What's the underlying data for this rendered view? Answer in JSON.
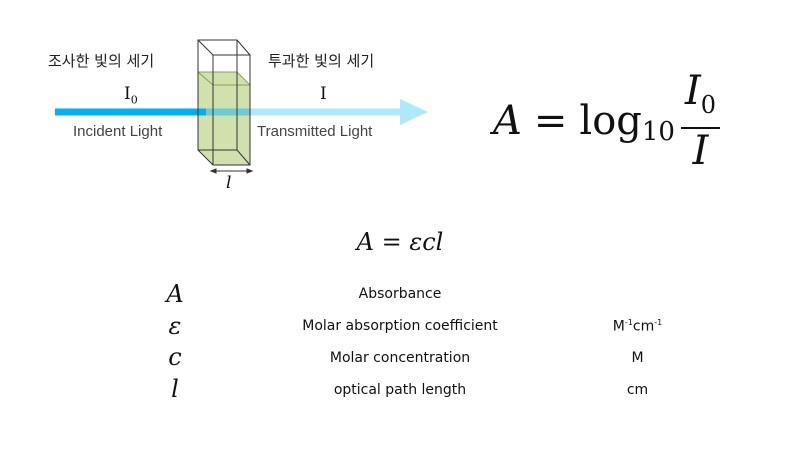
{
  "diagram": {
    "incident_heading": "조사한 빛의 세기",
    "transmitted_heading": "투과한 빛의 세기",
    "incident_symbol": "I",
    "incident_subscript": "0",
    "transmitted_symbol": "I",
    "incident_label": "Incident Light",
    "transmitted_label": "Transmitted Light",
    "path_length_symbol": "l",
    "colors": {
      "incident_beam": "#00b0f0",
      "transmitted_beam": "#aee8fb",
      "solution": "#c9dca0"
    }
  },
  "formula_log": {
    "lhs": "A",
    "eq": "=",
    "log": "log",
    "base": "10",
    "num": "I",
    "num_sub": "0",
    "den": "I"
  },
  "formula_beer": {
    "text": "A = εcl"
  },
  "variables": [
    {
      "symbol": "A",
      "description": "Absorbance",
      "unit": ""
    },
    {
      "symbol": "ε",
      "description": "Molar absorption coefficient",
      "unit_parts": [
        "M",
        "-1",
        "cm",
        "-1"
      ]
    },
    {
      "symbol": "c",
      "description": "Molar concentration",
      "unit": "M"
    },
    {
      "symbol": "l",
      "description": "optical path length",
      "unit": "cm"
    }
  ]
}
